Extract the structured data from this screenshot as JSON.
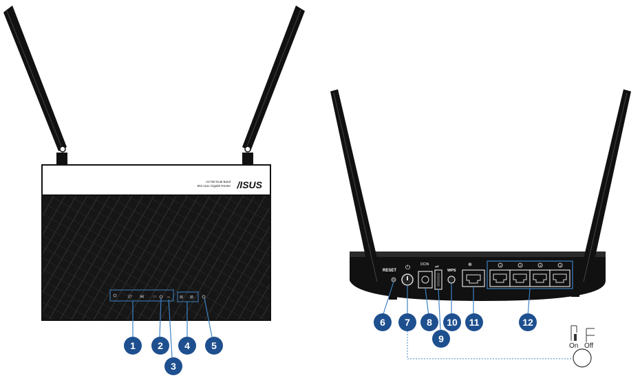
{
  "front_panel": {
    "model_line1": "AC750 Dual Band",
    "model_line2": "802.11ac Gigabit Router",
    "brand": "/ISUS",
    "led_icons": [
      "power-led-icon",
      "lan-led-icon",
      "wifi-2g-led-icon",
      "wifi-5g-led-icon",
      "wps-led-icon",
      "usb-led-icon",
      "wan-led-icon",
      "internet-led-icon",
      "ethernet-led-icon"
    ]
  },
  "rear_panel": {
    "reset_label": "RESET",
    "dc_label": "DCIN",
    "wps_label": "WPS",
    "lan_port_labels": [
      "1",
      "2",
      "3",
      "4"
    ],
    "power_states": {
      "on": "On",
      "off": "Off"
    }
  },
  "callouts": {
    "front": [
      "1",
      "2",
      "3",
      "4",
      "5"
    ],
    "rear": [
      "6",
      "7",
      "8",
      "10",
      "11",
      "12"
    ],
    "usb": "9"
  },
  "colors": {
    "callout_blue": "#1e4f8f",
    "leader_blue": "#3b83c4",
    "router_body": "#111111"
  }
}
